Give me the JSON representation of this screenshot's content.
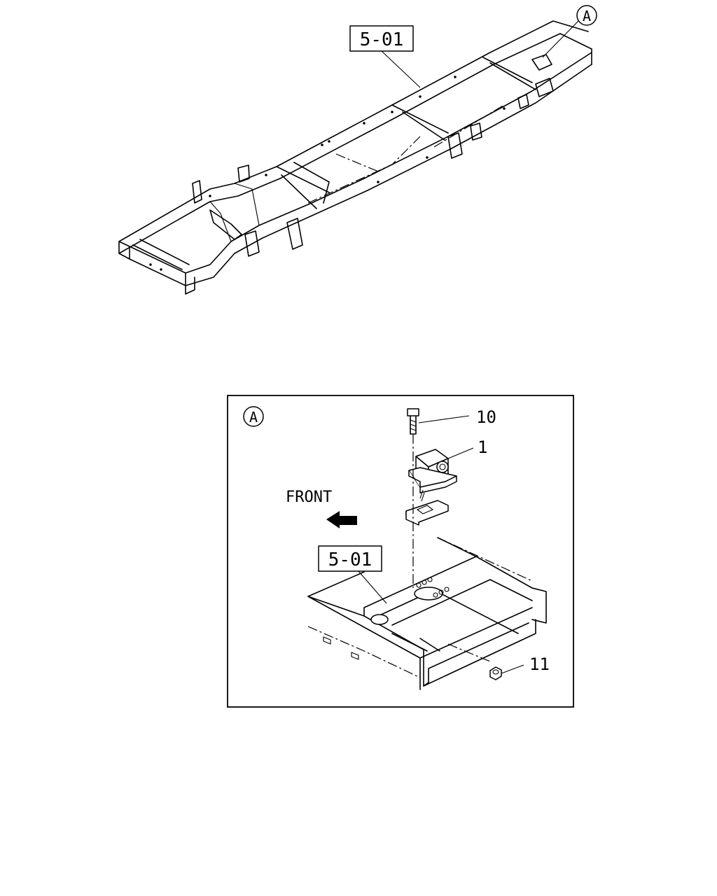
{
  "overview": {
    "ref_label": "5-01",
    "detail_marker": "A"
  },
  "detail": {
    "marker": "A",
    "ref_label": "5-01",
    "direction_label": "FRONT",
    "callouts": [
      {
        "number": "10",
        "part": "bolt"
      },
      {
        "number": "1",
        "part": "relay-unit"
      },
      {
        "number": "11",
        "part": "nut"
      }
    ]
  }
}
